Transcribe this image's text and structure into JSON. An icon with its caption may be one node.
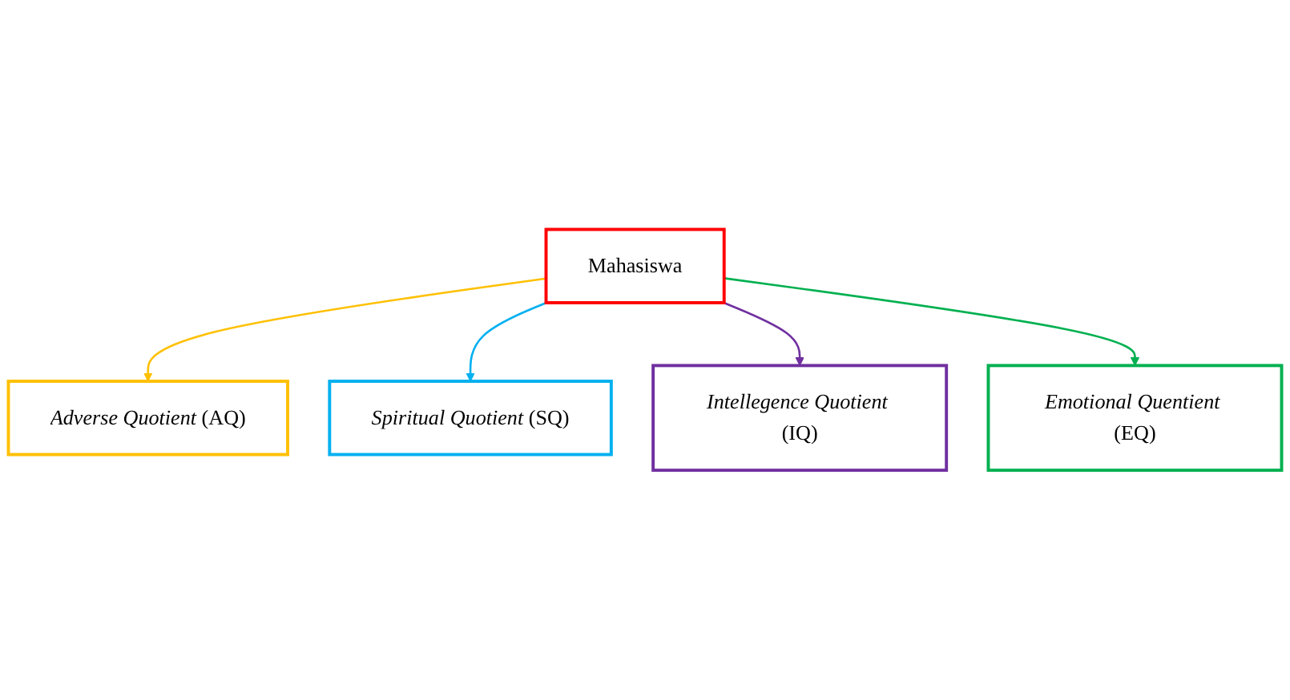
{
  "diagram": {
    "nodes": [
      {
        "text": [
          "*Adverse Quotient* (AQ)"
        ]
      },
      {
        "text": [
          "*Spiritual Quotient* (SQ)"
        ]
      },
      {
        "text": [
          "Mahasiswa"
        ]
      },
      {
        "text": [
          "*Intellegence Quotient* (IQ)"
        ]
      },
      {
        "text": [
          "*Emotional Quentient* (EQ)"
        ]
      }
    ],
    "edges": [
      {
        "from": 2,
        "to": 0,
        "arrow": "to",
        "color": "#ffc000"
      },
      {
        "from": 2,
        "to": 1,
        "arrow": "to",
        "color": "#00b0f0"
      },
      {
        "from": 2,
        "to": 3,
        "arrow": "to",
        "color": "#7030a0"
      },
      {
        "from": 2,
        "to": 4,
        "arrow": "to",
        "color": "#00b050"
      }
    ]
  }
}
